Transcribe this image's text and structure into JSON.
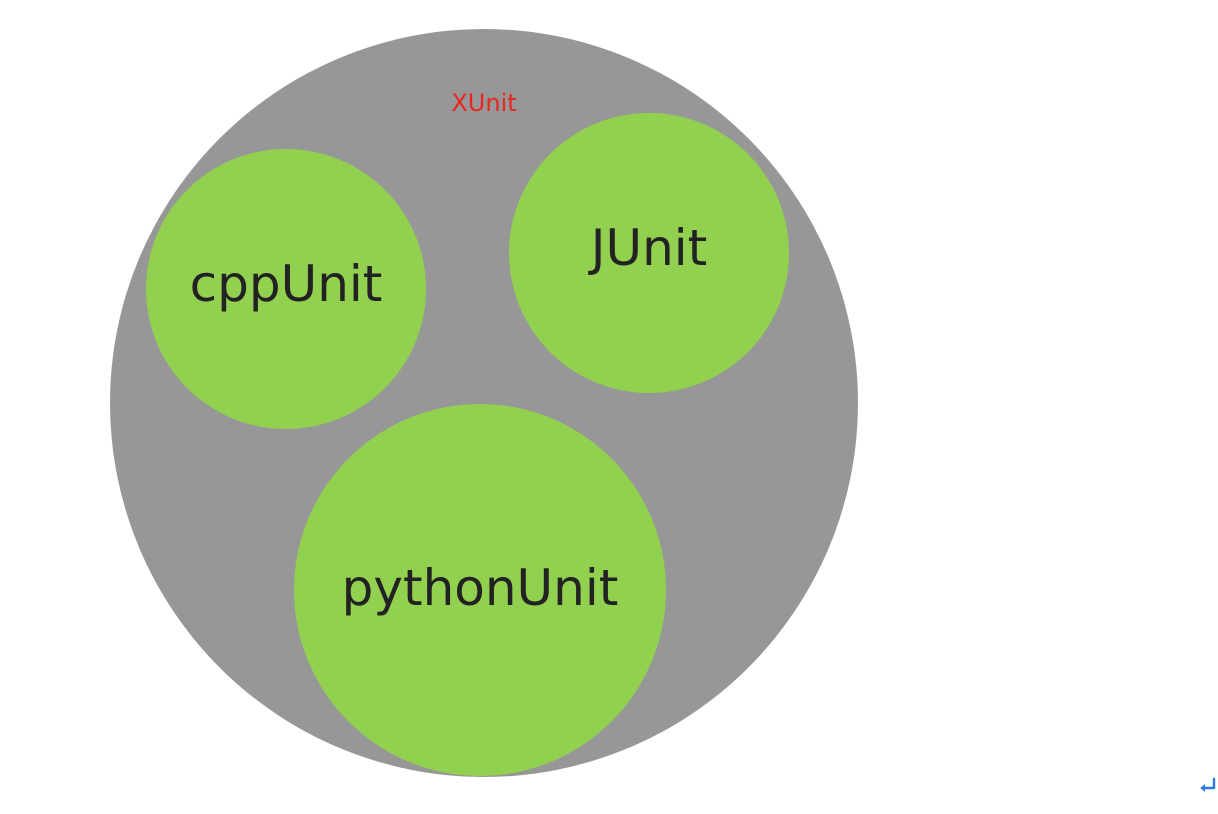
{
  "diagram": {
    "outer": {
      "label": "XUnit",
      "fill": "#979797",
      "label_color": "#e8261f"
    },
    "circles": [
      {
        "id": "cpp",
        "label": "cppUnit",
        "fill": "#92d050"
      },
      {
        "id": "junit",
        "label": "JUnit",
        "fill": "#92d050"
      },
      {
        "id": "python",
        "label": "pythonUnit",
        "fill": "#92d050"
      }
    ]
  },
  "icons": {
    "return_icon": {
      "name": "return-arrow-icon",
      "color": "#2b7be4"
    }
  }
}
